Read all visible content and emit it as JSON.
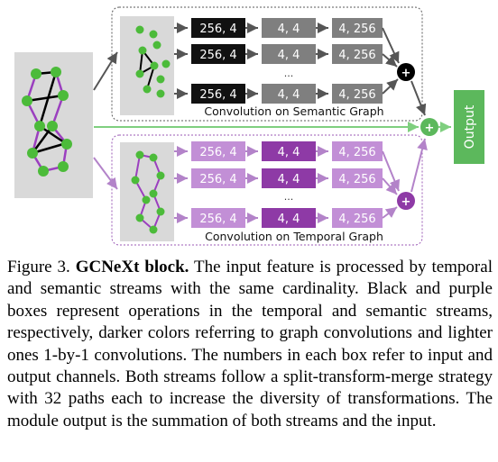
{
  "figure": {
    "semantic": {
      "rows": [
        {
          "a": "256, 4",
          "b": "4, 4",
          "c": "4, 256"
        },
        {
          "a": "256, 4",
          "b": "4, 4",
          "c": "4, 256"
        },
        {
          "a": "256, 4",
          "b": "4, 4",
          "c": "4, 256"
        }
      ],
      "ellipsis": "...",
      "label": "Convolution on Semantic Graph"
    },
    "temporal": {
      "rows": [
        {
          "a": "256, 4",
          "b": "4, 4",
          "c": "4, 256"
        },
        {
          "a": "256, 4",
          "b": "4, 4",
          "c": "4, 256"
        },
        {
          "a": "256, 4",
          "b": "4, 4",
          "c": "4, 256"
        }
      ],
      "ellipsis": "...",
      "label": "Convolution on Temporal Graph"
    },
    "plus_symbol": "+",
    "output_label": "Output",
    "colors": {
      "black_box": "#111111",
      "gray_box": "#7f7f7f",
      "light_purple": "#c28fd6",
      "dark_purple": "#8e3aa6",
      "green": "#5cb85c",
      "graph_node": "#4cbb3a",
      "panel_bg": "#d9d9d9",
      "semantic_frame": "#5a5a5a",
      "temporal_frame": "#9b59b6"
    }
  },
  "caption": {
    "label": "Figure 3.",
    "title": "GCNeXt block.",
    "text": "The input feature is processed by temporal and semantic streams with the same cardinality. Black and purple boxes represent operations in the temporal and semantic streams, respectively, darker colors referring to graph convolutions and lighter ones 1-by-1 convolutions. The numbers in each box refer to input and output channels. Both streams follow a split-transform-merge strategy with 32 paths each to increase the diversity of transformations. The module output is the summation of both streams and the input."
  }
}
